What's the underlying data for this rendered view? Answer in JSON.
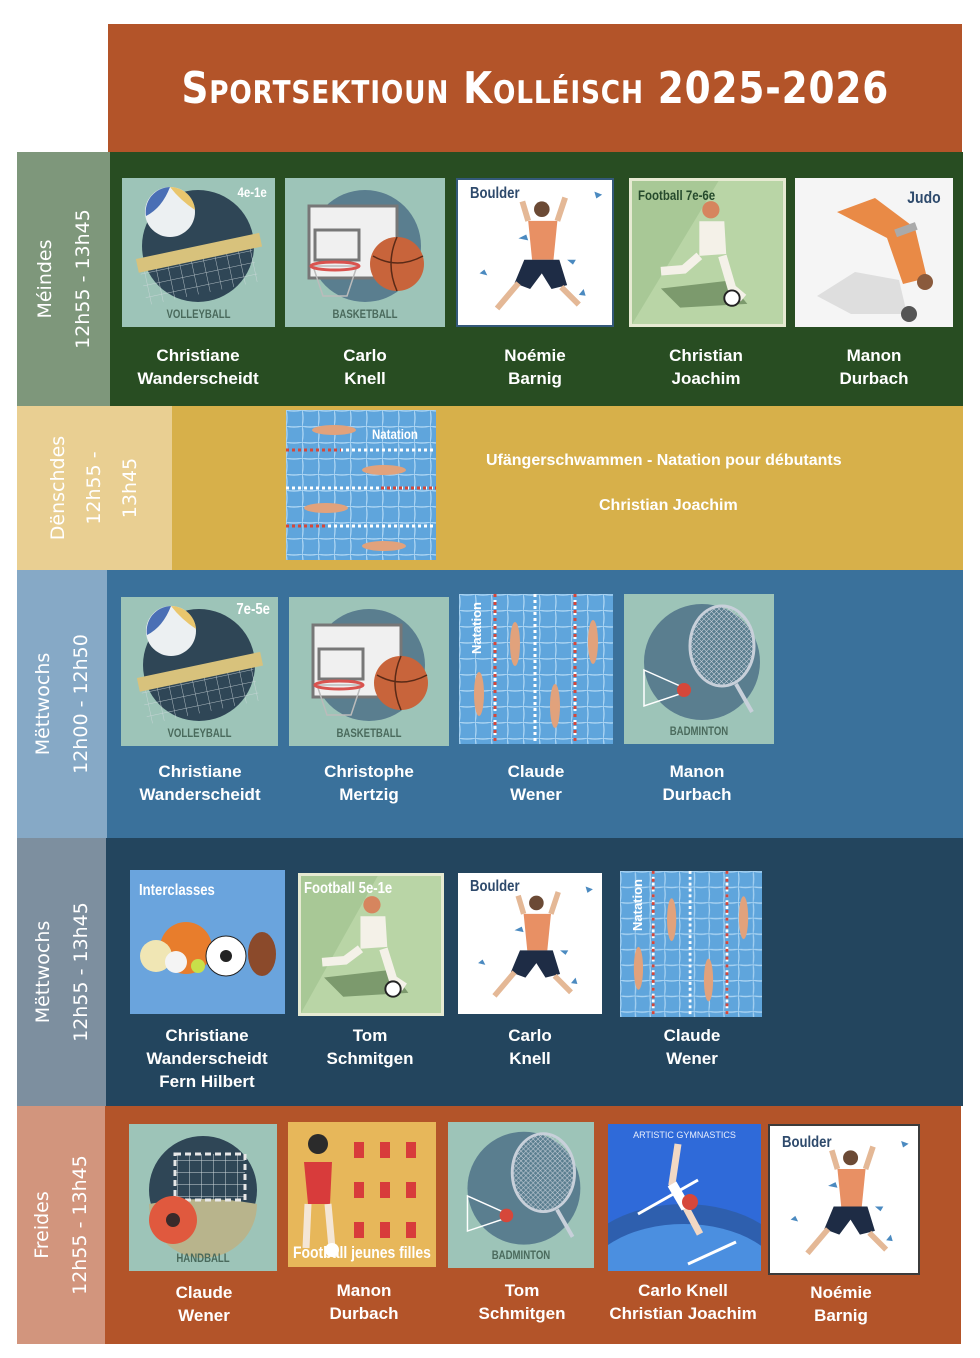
{
  "title": "Sportsektioun Kolléisch 2025-2026",
  "colors": {
    "title_bg": "#b35429",
    "mon_day": "#7e977b",
    "mon_bg": "#284d22",
    "tue_day": "#e9cf92",
    "tue_bg": "#d7b04a",
    "wed1_day": "#86a9c6",
    "wed1_bg": "#3a719b",
    "wed2_day": "#7d8f9f",
    "wed2_bg": "#23455e",
    "fri_day": "#d2957d",
    "fri_bg": "#b35429",
    "tile_mint": "#9dc4b8"
  },
  "rows": [
    {
      "day": "Méindes",
      "time": "12h55 - 13h45",
      "activities": [
        {
          "icon": "volleyball-icon",
          "label": "VOLLEYBALL",
          "tag": "4e-1e",
          "coach": [
            "Christiane",
            "Wanderscheidt"
          ]
        },
        {
          "icon": "basketball-icon",
          "label": "BASKETBALL",
          "coach": [
            "Carlo",
            "Knell"
          ]
        },
        {
          "icon": "climbing-icon",
          "tag": "Boulder",
          "coach": [
            "Noémie",
            "Barnig"
          ]
        },
        {
          "icon": "football-icon",
          "tag": "Football 7e-6e",
          "coach": [
            "Christian",
            "Joachim"
          ]
        },
        {
          "icon": "judo-icon",
          "tag": "Judo",
          "coach": [
            "Manon",
            "Durbach"
          ]
        }
      ]
    },
    {
      "day": "Dënschdes",
      "time_a": "12h55 -",
      "time_b": "13h45",
      "activities": [
        {
          "icon": "swimming-icon",
          "tag": "Natation",
          "title": "Ufängerschwammen - Natation pour débutants",
          "coach": [
            "Christian Joachim"
          ]
        }
      ]
    },
    {
      "day": "Mëttwochs",
      "time": "12h00 - 12h50",
      "activities": [
        {
          "icon": "volleyball-icon",
          "label": "VOLLEYBALL",
          "tag": "7e-5e",
          "coach": [
            "Christiane",
            "Wanderscheidt"
          ]
        },
        {
          "icon": "basketball-icon",
          "label": "BASKETBALL",
          "coach": [
            "Christophe",
            "Mertzig"
          ]
        },
        {
          "icon": "swimming-icon",
          "tag": "Natation",
          "coach": [
            "Claude",
            "Wener"
          ]
        },
        {
          "icon": "badminton-icon",
          "label": "BADMINTON",
          "coach": [
            "Manon",
            "Durbach"
          ]
        }
      ]
    },
    {
      "day": "Mëttwochs",
      "time": "12h55 - 13h45",
      "activities": [
        {
          "icon": "balls-icon",
          "tag": "Interclasses",
          "coach": [
            "Christiane",
            "Wanderscheidt",
            "Fern Hilbert"
          ]
        },
        {
          "icon": "football-icon",
          "tag": "Football 5e-1e",
          "coach": [
            "Tom",
            "Schmitgen"
          ]
        },
        {
          "icon": "climbing-icon",
          "tag": "Boulder",
          "coach": [
            "Carlo",
            "Knell"
          ]
        },
        {
          "icon": "swimming-icon",
          "tag": "Natation",
          "coach": [
            "Claude",
            "Wener"
          ]
        }
      ]
    },
    {
      "day": "Freides",
      "time": "12h55 - 13h45",
      "activities": [
        {
          "icon": "handball-icon",
          "label": "HANDBALL",
          "coach": [
            "Claude",
            "Wener"
          ]
        },
        {
          "icon": "girls-football-icon",
          "tag": "Football jeunes filles",
          "coach": [
            "Manon",
            "Durbach"
          ]
        },
        {
          "icon": "badminton-icon",
          "label": "BADMINTON",
          "coach": [
            "Tom",
            "Schmitgen"
          ]
        },
        {
          "icon": "gymnastics-icon",
          "tag": "ARTISTIC GYMNASTICS",
          "coach": [
            "Carlo Knell",
            "Christian Joachim"
          ]
        },
        {
          "icon": "climbing-icon",
          "tag": "Boulder",
          "coach": [
            "Noémie",
            "Barnig"
          ]
        }
      ]
    }
  ]
}
